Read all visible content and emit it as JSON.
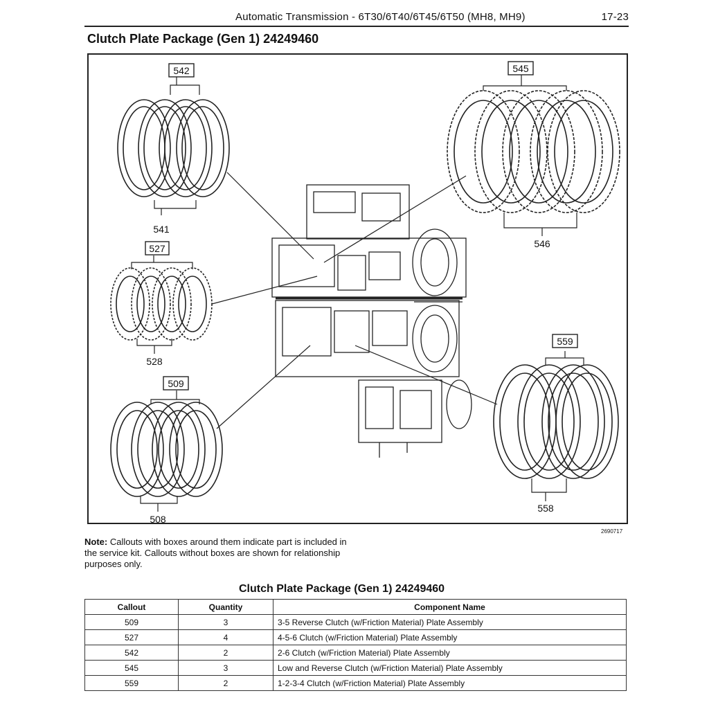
{
  "header": {
    "running_title": "Automatic Transmission - 6T30/6T40/6T45/6T50 (MH8, MH9)",
    "page_number": "17-23"
  },
  "section_title": "Clutch Plate Package (Gen 1) 24249460",
  "figure": {
    "figure_id": "2690717",
    "callouts": {
      "c542": "542",
      "c541": "541",
      "c527": "527",
      "c528": "528",
      "c509": "509",
      "c508": "508",
      "c545": "545",
      "c546": "546",
      "c559": "559",
      "c558": "558"
    }
  },
  "note": {
    "label": "Note:",
    "text": "Callouts with boxes around them indicate part is included in the service kit. Callouts without boxes are shown for relationship purposes only."
  },
  "table": {
    "title": "Clutch Plate Package (Gen 1) 24249460",
    "headers": [
      "Callout",
      "Quantity",
      "Component Name"
    ],
    "rows": [
      [
        "509",
        "3",
        "3-5 Reverse Clutch (w/Friction Material) Plate Assembly"
      ],
      [
        "527",
        "4",
        "4-5-6 Clutch (w/Friction Material) Plate Assembly"
      ],
      [
        "542",
        "2",
        "2-6 Clutch (w/Friction Material) Plate Assembly"
      ],
      [
        "545",
        "3",
        "Low and Reverse Clutch (w/Friction Material) Plate Assembly"
      ],
      [
        "559",
        "2",
        "1-2-3-4 Clutch (w/Friction Material) Plate Assembly"
      ]
    ]
  }
}
